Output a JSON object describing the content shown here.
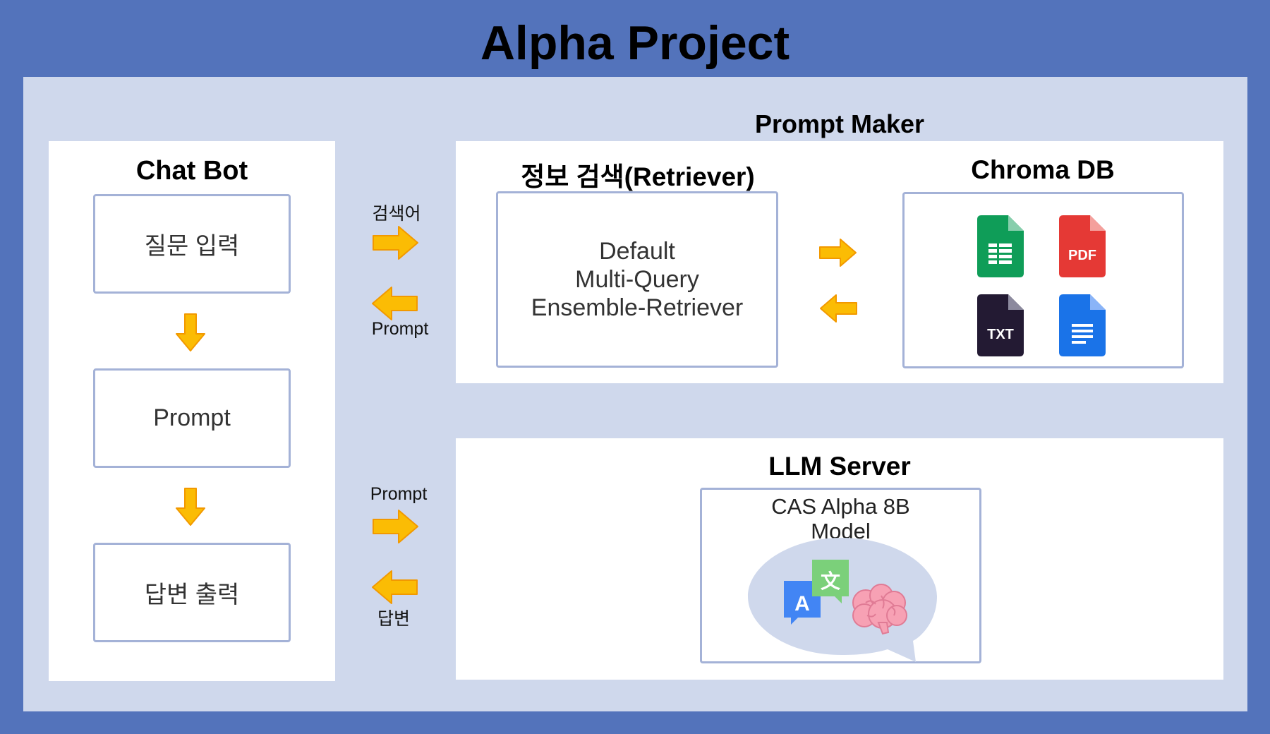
{
  "title": "Alpha Project",
  "chatbot": {
    "header": "Chat Bot",
    "steps": [
      "질문 입력",
      "Prompt",
      "답변 출력"
    ]
  },
  "prompt_maker": {
    "header": "Prompt Maker",
    "retriever": {
      "header": "정보 검색(Retriever)",
      "body": "Default\nMulti-Query\nEnsemble-Retriever"
    },
    "chroma": {
      "header": "Chroma DB",
      "icons": [
        "sheets-icon",
        "pdf-icon",
        "txt-icon",
        "docs-icon"
      ],
      "pdf_label": "PDF",
      "txt_label": "TXT"
    }
  },
  "llm": {
    "header": "LLM Server",
    "model": "CAS Alpha 8B\nModel",
    "translate_a": "A",
    "translate_b": "文"
  },
  "flows": {
    "to_prompt_maker": "검색어",
    "from_prompt_maker": "Prompt",
    "to_llm": "Prompt",
    "from_llm": "답변"
  },
  "colors": {
    "outer": "#5373bb",
    "panel": "#cfd8ec",
    "box_border": "#a4b2d7",
    "arrow": "#fbbc04"
  }
}
